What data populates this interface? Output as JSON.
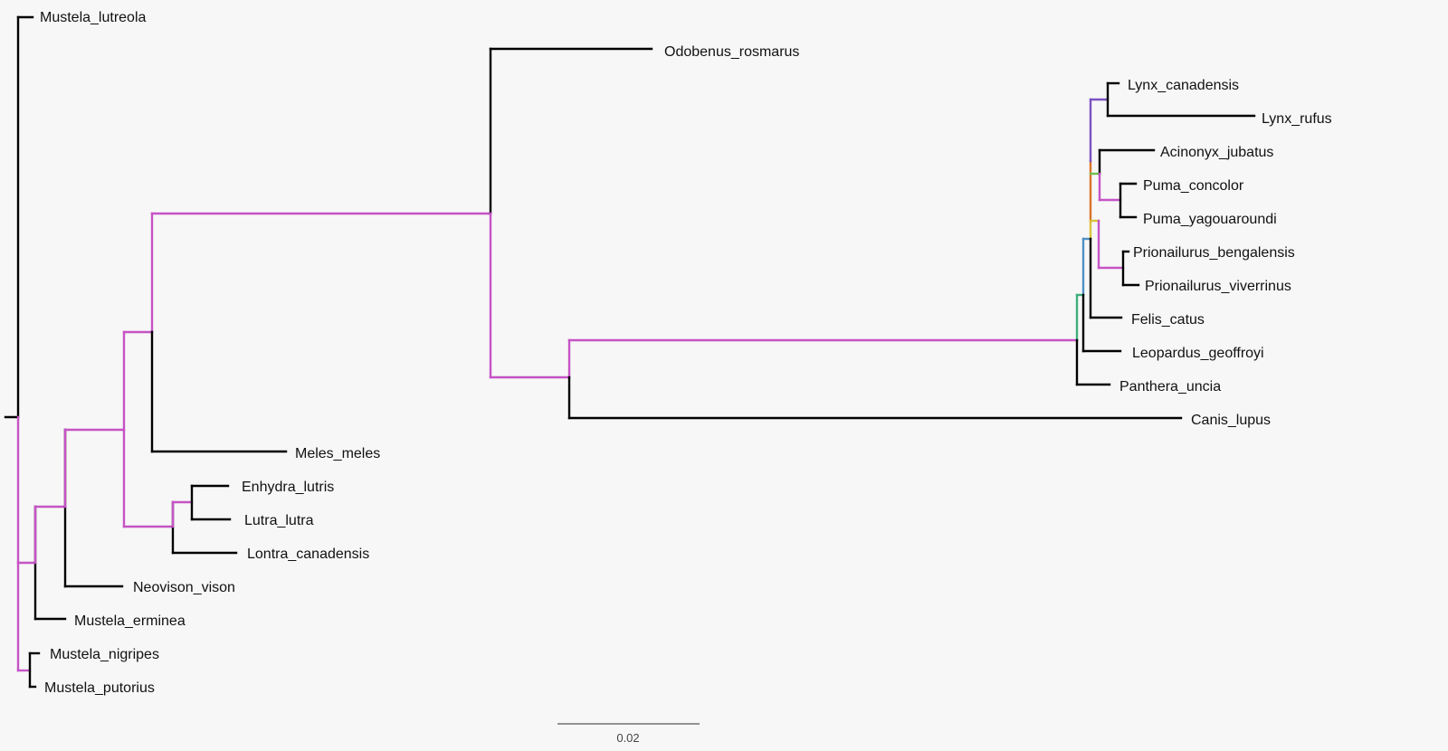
{
  "tree": {
    "leaves": [
      "Mustela_lutreola",
      "Odobenus_rosmarus",
      "Lynx_canadensis",
      "Lynx_rufus",
      "Acinonyx_jubatus",
      "Puma_concolor",
      "Puma_yagouaroundi",
      "Prionailurus_bengalensis",
      "Prionailurus_viverrinus",
      "Felis_catus",
      "Leopardus_geoffroyi",
      "Panthera_uncia",
      "Canis_lupus",
      "Meles_meles",
      "Enhydra_lutris",
      "Lutra_lutra",
      "Lontra_canadensis",
      "Neovison_vison",
      "Mustela_erminea",
      "Mustela_nigripes",
      "Mustela_putorius"
    ],
    "colors": {
      "default": "#000000",
      "magenta": "#c653c6",
      "purple": "#7b52c2",
      "orange": "#d9732b",
      "green": "#6fbf4a",
      "yellow": "#d9c23a",
      "blue": "#4f8fc4",
      "teal": "#3fae7e"
    }
  },
  "scale_bar": {
    "label": "0.02"
  }
}
